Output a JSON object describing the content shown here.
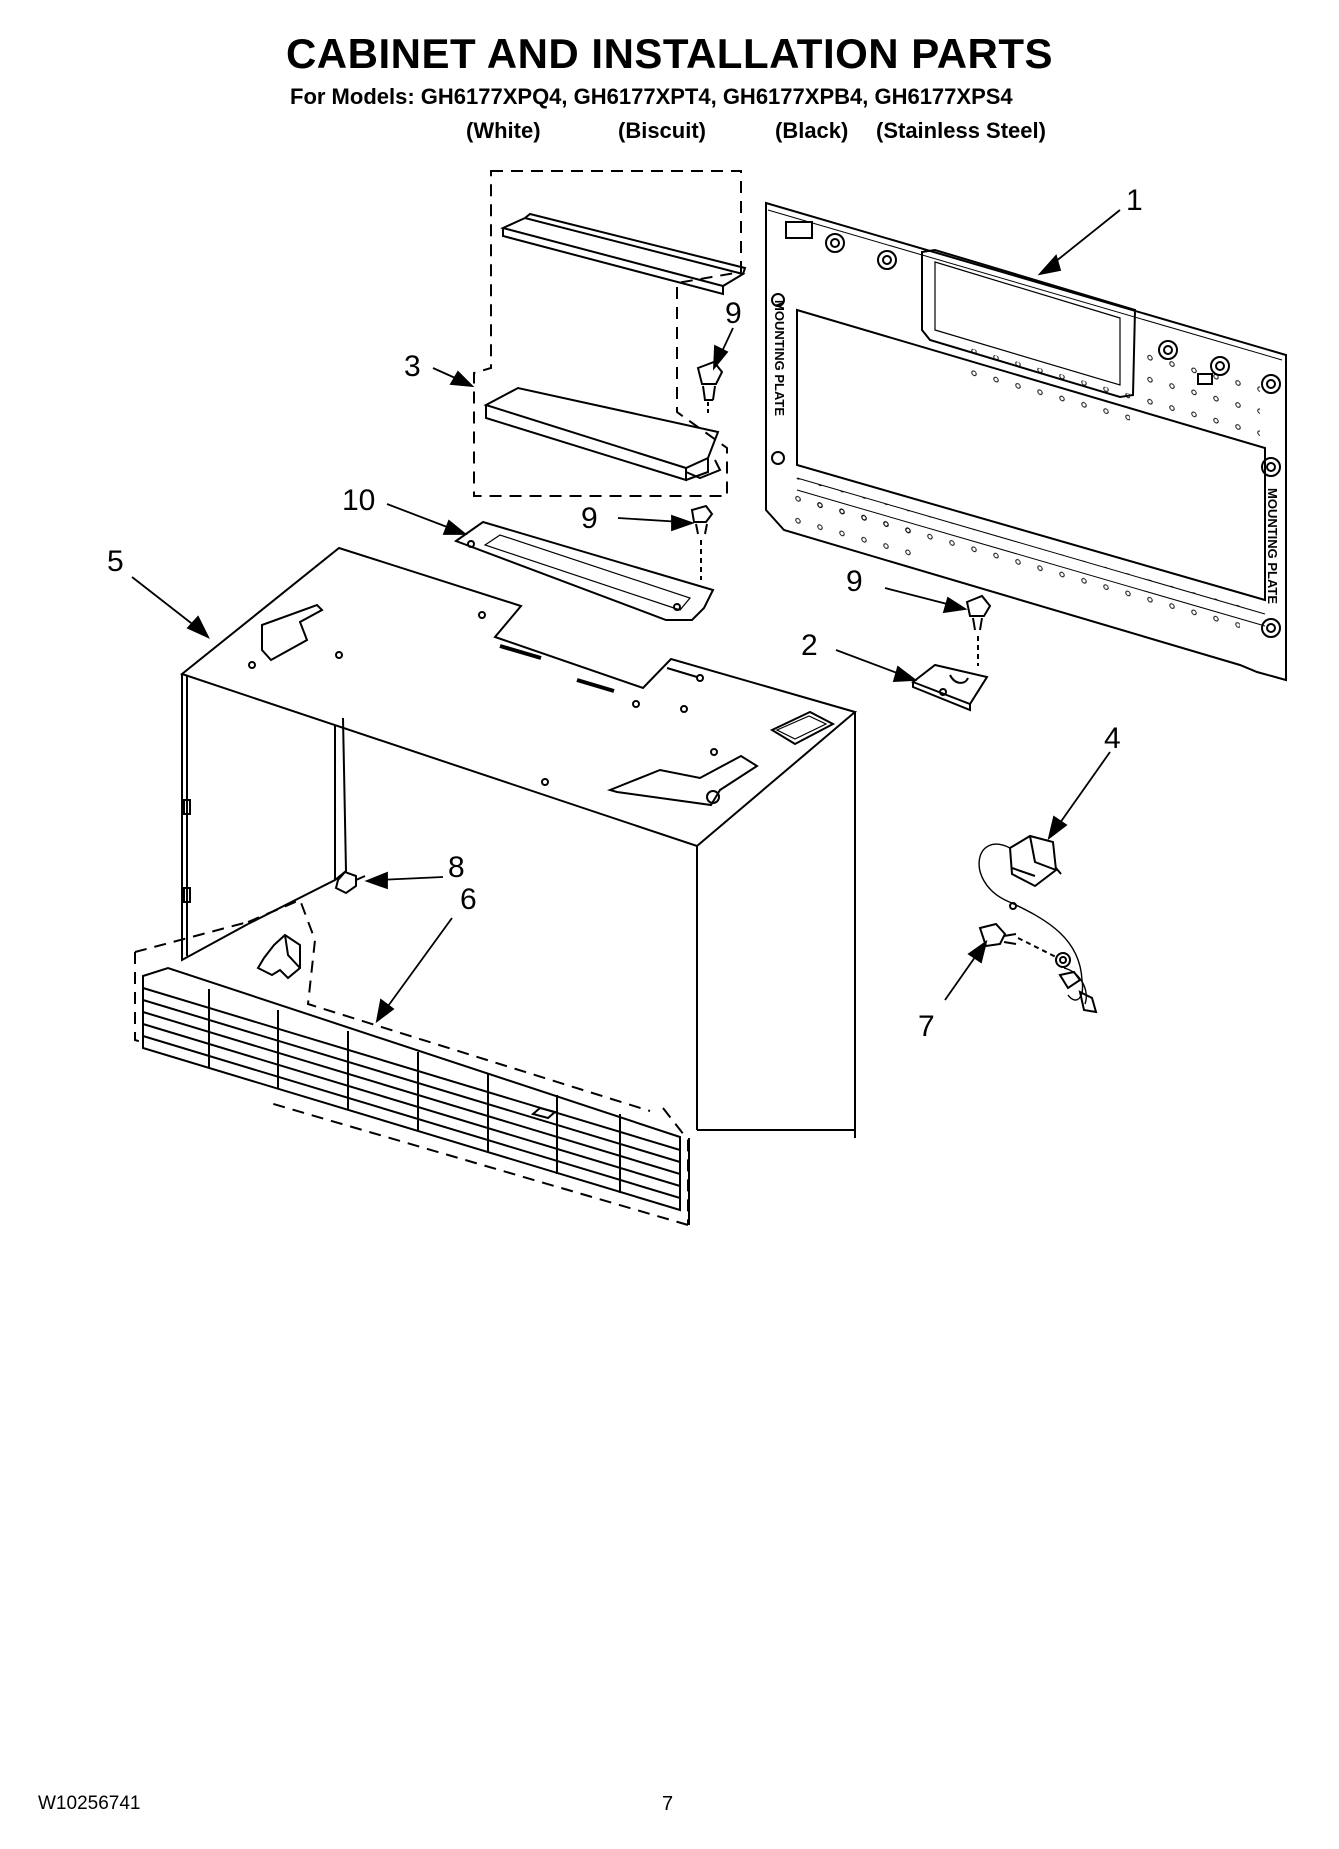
{
  "header": {
    "title": "CABINET AND INSTALLATION PARTS",
    "models_line": "For Models: GH6177XPQ4, GH6177XPT4, GH6177XPB4, GH6177XPS4",
    "variants": [
      "(White)",
      "(Biscuit)",
      "(Black)",
      "(Stainless Steel)"
    ]
  },
  "diagram": {
    "plate_side_text": "MOUNTING PLATE",
    "callouts": [
      "1",
      "2",
      "3",
      "4",
      "5",
      "6",
      "7",
      "8",
      "9",
      "9",
      "9",
      "10"
    ]
  },
  "footer": {
    "document_number": "W10256741",
    "page_number": "7"
  }
}
